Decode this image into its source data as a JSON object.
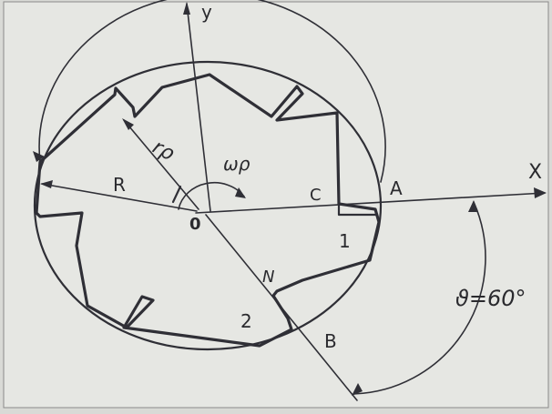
{
  "labels": {
    "y_axis": "y",
    "x_axis": "X",
    "origin": "0",
    "R": "R",
    "rp": "rρ",
    "omega": "ωρ",
    "C": "C",
    "A": "A",
    "B": "B",
    "N": "N",
    "slot1": "1",
    "slot2": "2",
    "angle": "ϑ=60°"
  },
  "colors": {
    "paper": "#e9e9e5",
    "ink": "#2f2f36"
  }
}
